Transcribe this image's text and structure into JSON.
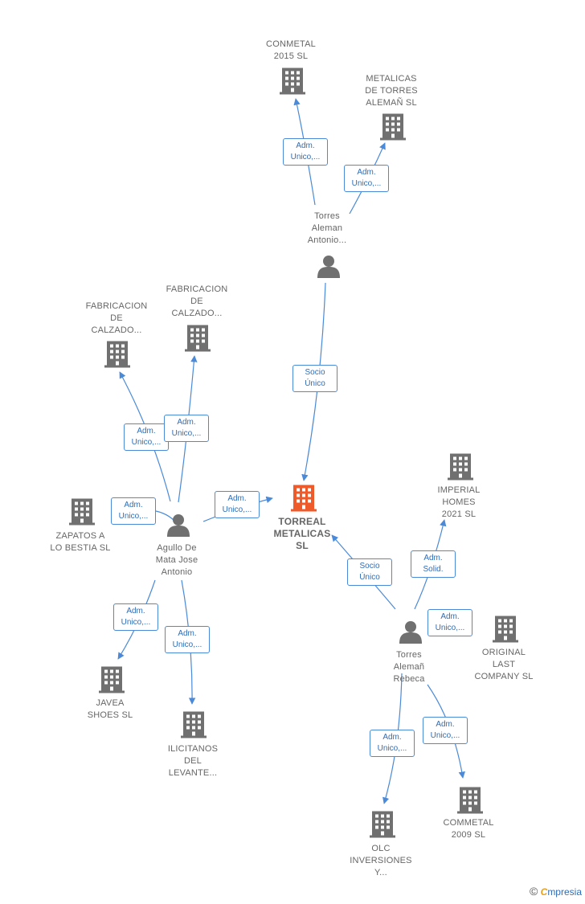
{
  "colors": {
    "edge": "#4a8ad8",
    "icon": "#707070",
    "center_icon": "#ee5a2a",
    "label": "#666666"
  },
  "nodes": [
    {
      "id": "center",
      "kind": "company",
      "highlight": true,
      "label": "TORREAL\nMETALICAS\nSL"
    },
    {
      "id": "conmetal2015",
      "kind": "company",
      "label": "CONMETAL\n2015  SL"
    },
    {
      "id": "metalicastorres",
      "kind": "company",
      "label": "METALICAS\nDE TORRES\nALEMAÑ  SL"
    },
    {
      "id": "torresantonio",
      "kind": "person",
      "label": "Torres\nAleman\nAntonio..."
    },
    {
      "id": "fabcalzado1",
      "kind": "company",
      "label": "FABRICACION\nDE\nCALZADO..."
    },
    {
      "id": "fabcalzado2",
      "kind": "company",
      "label": "FABRICACION\nDE\nCALZADO..."
    },
    {
      "id": "zapatos",
      "kind": "company",
      "label": "ZAPATOS A\nLO BESTIA  SL"
    },
    {
      "id": "agullo",
      "kind": "person",
      "label": "Agullo De\nMata Jose\nAntonio"
    },
    {
      "id": "javea",
      "kind": "company",
      "label": "JAVEA\nSHOES  SL"
    },
    {
      "id": "ilicitanos",
      "kind": "company",
      "label": "ILICITANOS\nDEL\nLEVANTE..."
    },
    {
      "id": "imperial",
      "kind": "company",
      "label": "IMPERIAL\nHOMES\n2021  SL"
    },
    {
      "id": "rebeca",
      "kind": "person",
      "label": "Torres\nAlemañ\nRebeca"
    },
    {
      "id": "original",
      "kind": "company",
      "label": "ORIGINAL\nLAST\nCOMPANY  SL"
    },
    {
      "id": "olc",
      "kind": "company",
      "label": "OLC\nINVERSIONES\nY..."
    },
    {
      "id": "commetal2009",
      "kind": "company",
      "label": "COMMETAL\n2009 SL"
    }
  ],
  "edges": [
    {
      "from": "torresantonio",
      "to": "conmetal2015",
      "label": "Adm.\nUnico,..."
    },
    {
      "from": "torresantonio",
      "to": "metalicastorres",
      "label": "Adm.\nUnico,..."
    },
    {
      "from": "torresantonio",
      "to": "center",
      "label": "Socio\nÚnico"
    },
    {
      "from": "agullo",
      "to": "fabcalzado1",
      "label": "Adm.\nUnico,..."
    },
    {
      "from": "agullo",
      "to": "fabcalzado2",
      "label": "Adm.\nUnico,..."
    },
    {
      "from": "agullo",
      "to": "zapatos",
      "label": "Adm.\nUnico,..."
    },
    {
      "from": "agullo",
      "to": "center",
      "label": "Adm.\nUnico,..."
    },
    {
      "from": "agullo",
      "to": "javea",
      "label": "Adm.\nUnico,..."
    },
    {
      "from": "agullo",
      "to": "ilicitanos",
      "label": "Adm.\nUnico,..."
    },
    {
      "from": "rebeca",
      "to": "center",
      "label": "Socio\nÚnico"
    },
    {
      "from": "rebeca",
      "to": "imperial",
      "label": "Adm.\nSolid."
    },
    {
      "from": "rebeca",
      "to": "original",
      "label": "Adm.\nUnico,..."
    },
    {
      "from": "rebeca",
      "to": "olc",
      "label": "Adm.\nUnico,..."
    },
    {
      "from": "rebeca",
      "to": "commetal2009",
      "label": "Adm.\nUnico,..."
    }
  ],
  "footer": {
    "copyright": "©",
    "brand_initial": "C",
    "brand_rest": "mpresia"
  }
}
